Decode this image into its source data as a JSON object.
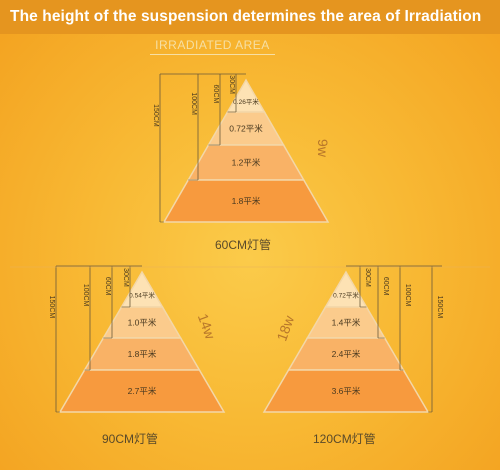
{
  "header": {
    "title": "The height of the suspension determines the area of Irradiation",
    "subtitle": "IRRADIATED AREA"
  },
  "diagrams": [
    {
      "caption": "60CM灯管",
      "wattage": "9w",
      "heights": [
        "30CM",
        "60CM",
        "100CM",
        "150CM"
      ],
      "tiers": [
        "0.26平米",
        "0.72平米",
        "1.2平米",
        "1.8平米"
      ]
    },
    {
      "caption": "90CM灯管",
      "wattage": "14w",
      "heights": [
        "30CM",
        "60CM",
        "100CM",
        "150CM"
      ],
      "tiers": [
        "0.54平米",
        "1.0平米",
        "1.8平米",
        "2.7平米"
      ]
    },
    {
      "caption": "120CM灯管",
      "wattage": "18w",
      "heights": [
        "30CM",
        "60CM",
        "100CM",
        "150CM"
      ],
      "tiers": [
        "0.72平米",
        "1.4平米",
        "2.4平米",
        "3.6平米"
      ]
    }
  ],
  "colors": {
    "background": "#f8b934",
    "title_bar": "#e5951f",
    "tier_colors": [
      "#fde2b4",
      "#fbcb8c",
      "#f9b266",
      "#f79a3e"
    ],
    "line_color": "#6b5a3a"
  }
}
